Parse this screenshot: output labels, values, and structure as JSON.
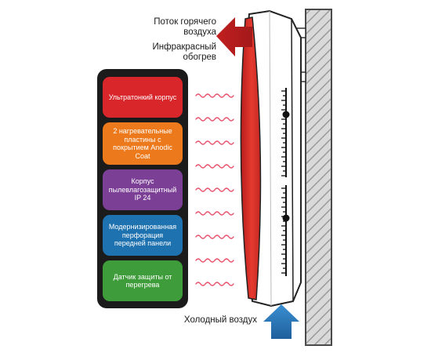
{
  "labels": {
    "hot_air": "Поток горячего воздуха",
    "infrared": "Инфракрасный обогрев",
    "cold_air": "Холодный воздух"
  },
  "features": [
    {
      "label": "Ультратонкий корпус",
      "color": "#d9262b"
    },
    {
      "label": "2 нагревательные пластины с покрытием Anodic Coat",
      "color": "#ec7a1c"
    },
    {
      "label": "Корпус пылевлагозащитный IP 24",
      "color": "#7b3f96"
    },
    {
      "label": "Модернизированная перфорация передней панели",
      "color": "#1f72b0"
    },
    {
      "label": "Датчик защиты от перегрева",
      "color": "#3f9c3a"
    }
  ],
  "colors": {
    "hot_arrow": "#c82826",
    "cold_arrow": "#2f7fc1",
    "heat_waves": "#e8506a",
    "wall_hatch": "#9a9a9a",
    "heater_front": "#e4312b"
  }
}
